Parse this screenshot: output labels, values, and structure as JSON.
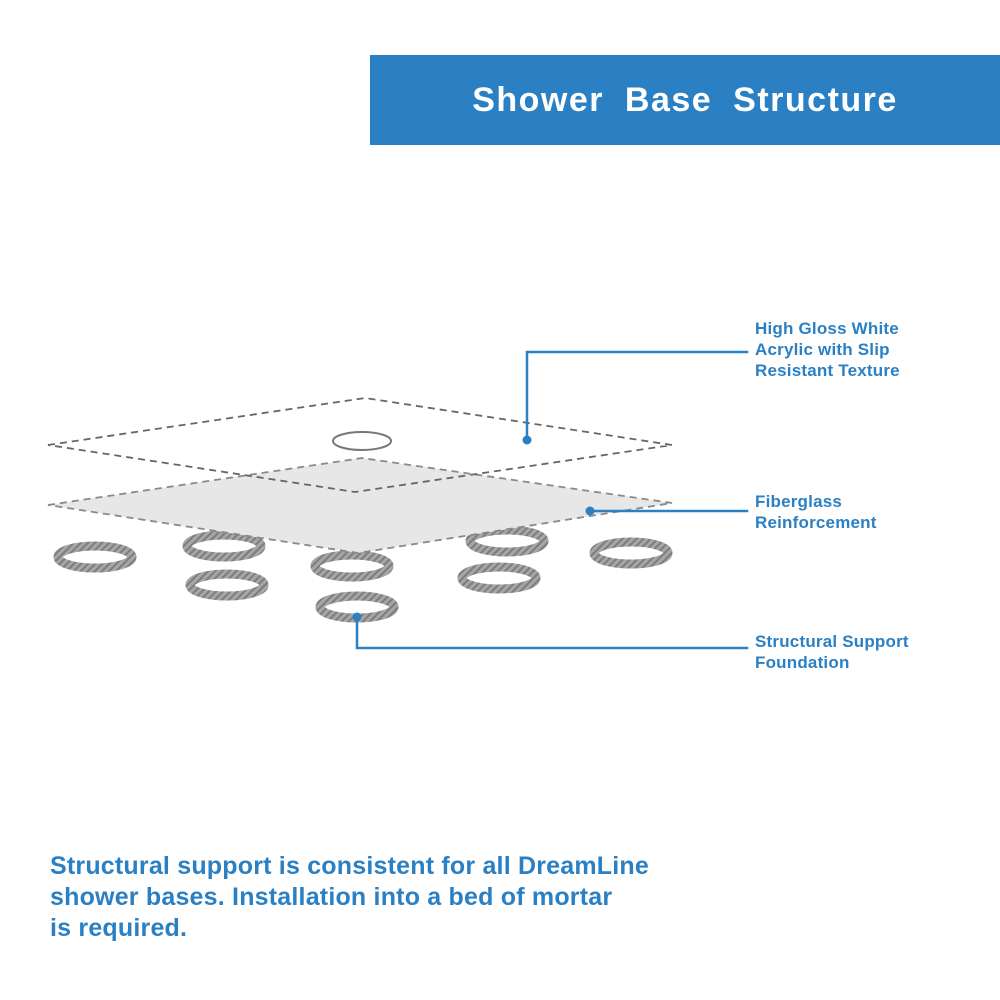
{
  "header": {
    "title": "Shower Base Structure"
  },
  "callouts": [
    {
      "id": "acrylic",
      "lines": [
        "High Gloss White",
        "Acrylic with Slip",
        "Resistant Texture"
      ]
    },
    {
      "id": "fiberglass",
      "lines": [
        "Fiberglass",
        "Reinforcement"
      ]
    },
    {
      "id": "foundation",
      "lines": [
        "Structural Support",
        "Foundation"
      ]
    }
  ],
  "footer": {
    "lines": [
      "Structural support is consistent for all DreamLine",
      "shower bases. Installation into a bed of mortar",
      "is required."
    ]
  },
  "colors": {
    "accent": "#2b80c3",
    "banner_text": "#ffffff",
    "layer_fill": "#e7e7e7",
    "ring_gray": "#a6a6a6",
    "ring_hatch": "#7d7d7d",
    "dash_outline": "#666666"
  }
}
